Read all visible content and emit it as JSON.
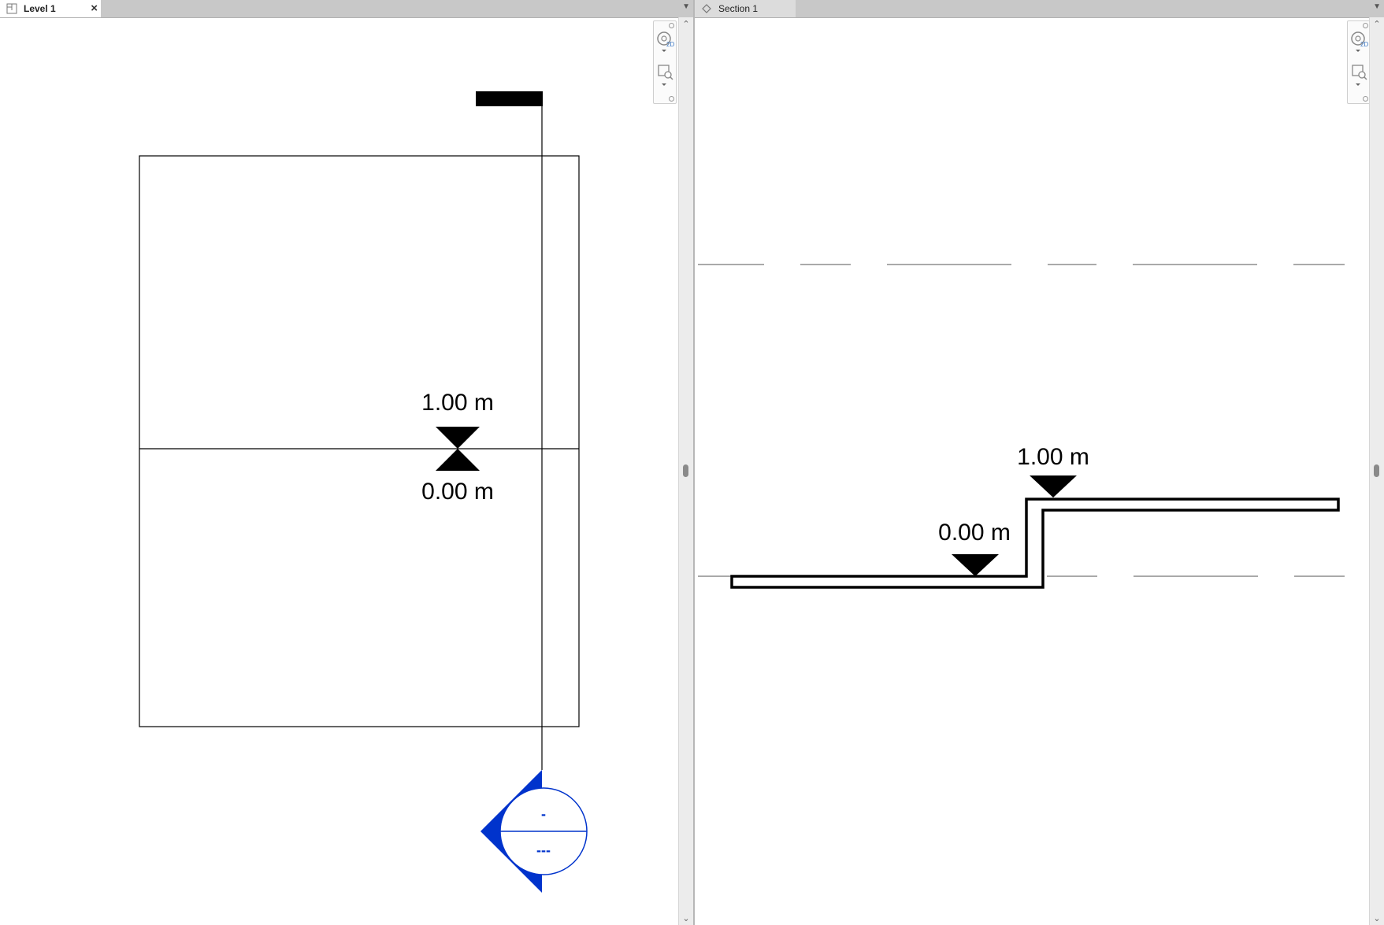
{
  "left_view": {
    "tab_label": "Level 1",
    "close_glyph": "×",
    "plan": {
      "elevation_upper": "1.00 m",
      "elevation_lower": "0.00 m",
      "section_head_top": "-",
      "section_head_bottom": "---"
    }
  },
  "right_view": {
    "tab_label": "Section 1",
    "section": {
      "elevation_upper": "1.00 m",
      "elevation_lower": "0.00 m"
    }
  },
  "colors": {
    "section_marker": "#0033cc",
    "tab_bar": "#c8c8c8",
    "drawing_line": "#000000"
  },
  "icons": {
    "plan_tab_icon": "floor-plan-icon",
    "section_tab_icon": "section-view-icon",
    "close": "close-icon",
    "tab_menu": "chevron-down-icon",
    "nav_wheel": "steering-wheel-2d-icon",
    "zoom": "zoom-region-icon"
  }
}
